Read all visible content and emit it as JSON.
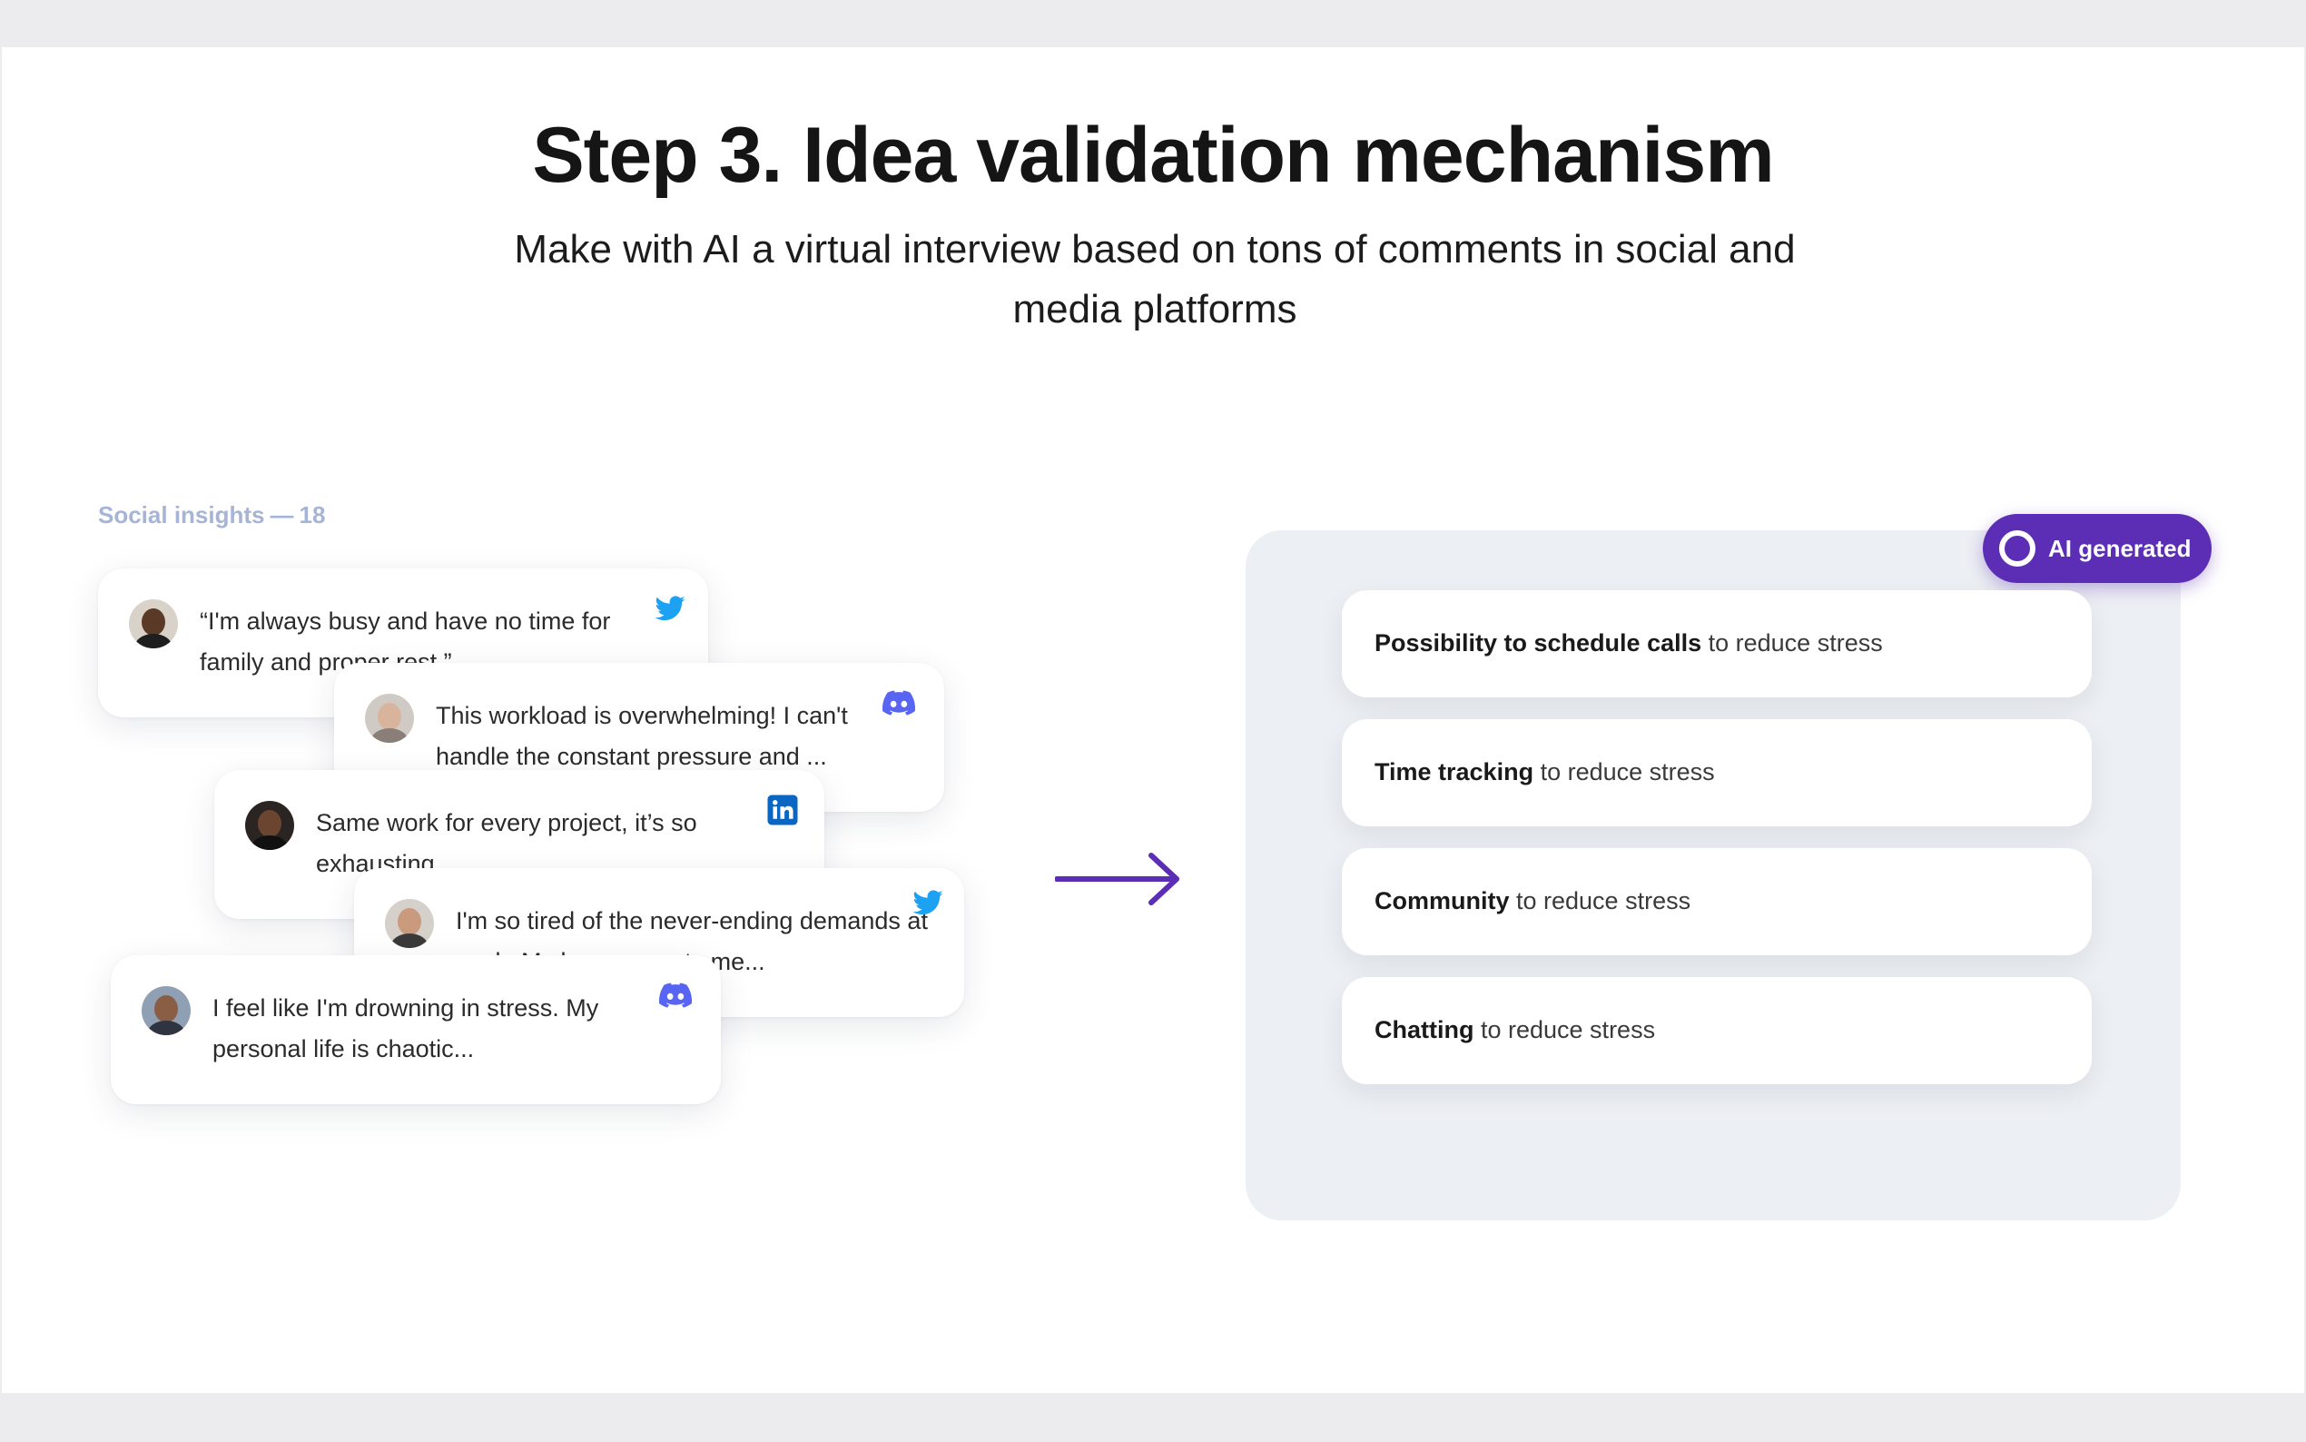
{
  "header": {
    "title": "Step 3. Idea validation mechanism",
    "subtitle": "Make with AI a virtual interview based on tons of comments in social and media platforms"
  },
  "insights": {
    "label": "Social insights",
    "separator": "—",
    "count": "18",
    "cards": [
      {
        "text": "“I'm always busy and have no time for family and proper rest.”",
        "platform": "twitter-icon"
      },
      {
        "text": "This workload is overwhelming! I can't handle the constant pressure and ...",
        "platform": "discord-icon"
      },
      {
        "text": "Same work for every project, it’s so exhausting.",
        "platform": "linkedin-icon"
      },
      {
        "text": "I'm so tired of the never-ending demands at work. My boss expects me...",
        "platform": "twitter-icon"
      },
      {
        "text": "I feel like I'm drowning in stress. My personal life is chaotic...",
        "platform": "discord-icon"
      }
    ]
  },
  "ai_panel": {
    "badge_label": "AI generated",
    "suggestions": [
      {
        "bold": "Possibility to schedule calls",
        "rest": " to reduce stress"
      },
      {
        "bold": "Time tracking",
        "rest": " to reduce stress"
      },
      {
        "bold": "Community",
        "rest": " to reduce stress"
      },
      {
        "bold": "Chatting",
        "rest": " to reduce stress"
      }
    ]
  },
  "colors": {
    "accent": "#5b2eb5",
    "twitter": "#1da1f2",
    "discord": "#5865f2",
    "linkedin": "#0a66c2",
    "label": "#a6b4d6"
  }
}
